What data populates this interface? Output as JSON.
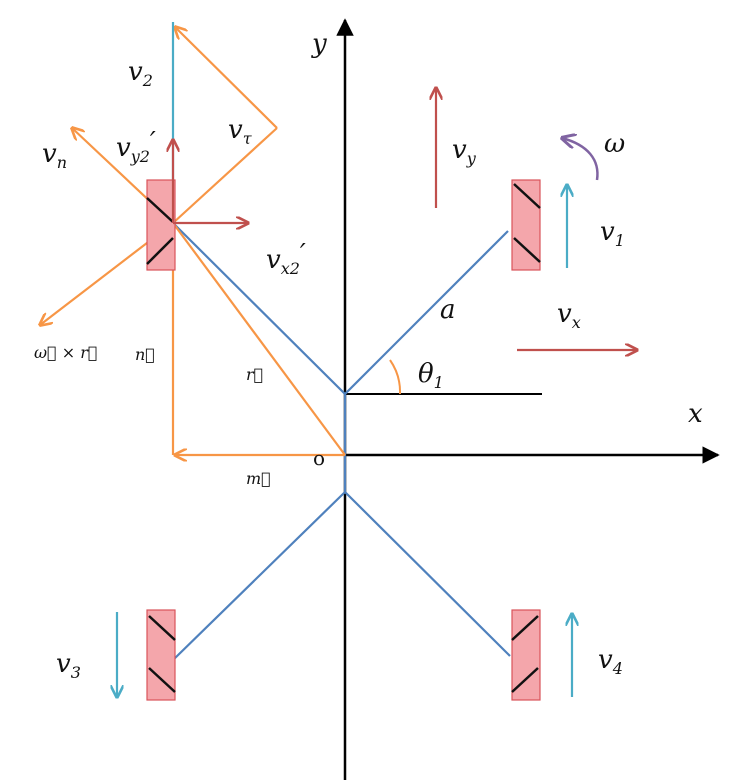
{
  "labels": {
    "y_axis": "y",
    "x_axis": "x",
    "v1": "v",
    "v1_sub": "1",
    "v2": "v",
    "v2_sub": "2",
    "v3": "v",
    "v3_sub": "3",
    "v4": "v",
    "v4_sub": "4",
    "vn": "v",
    "vn_sub": "n",
    "vtau": "v",
    "vtau_sub": "τ",
    "vy2p": "v",
    "vy2p_sub": "y2",
    "vx2p": "v",
    "vx2p_sub": "x2",
    "prime": "′",
    "vy": "v",
    "vy_sub": "y",
    "vx": "v",
    "vx_sub": "x",
    "omega": "ω",
    "a": "a",
    "theta1": "θ",
    "theta1_sub": "1",
    "origin": "o",
    "omega_cross_r": "ω⃗ × r⃗",
    "n_vec": "n⃗",
    "r_vec": "r⃗",
    "m_vec": "m⃗"
  },
  "colors": {
    "axis": "#000000",
    "frame": "#4f81bd",
    "construction": "#f79646",
    "wheel_velocity": "#4bacc6",
    "body_velocity": "#c0504d",
    "rotation": "#8064a2",
    "wheel_fill": "#f4a6ab"
  }
}
